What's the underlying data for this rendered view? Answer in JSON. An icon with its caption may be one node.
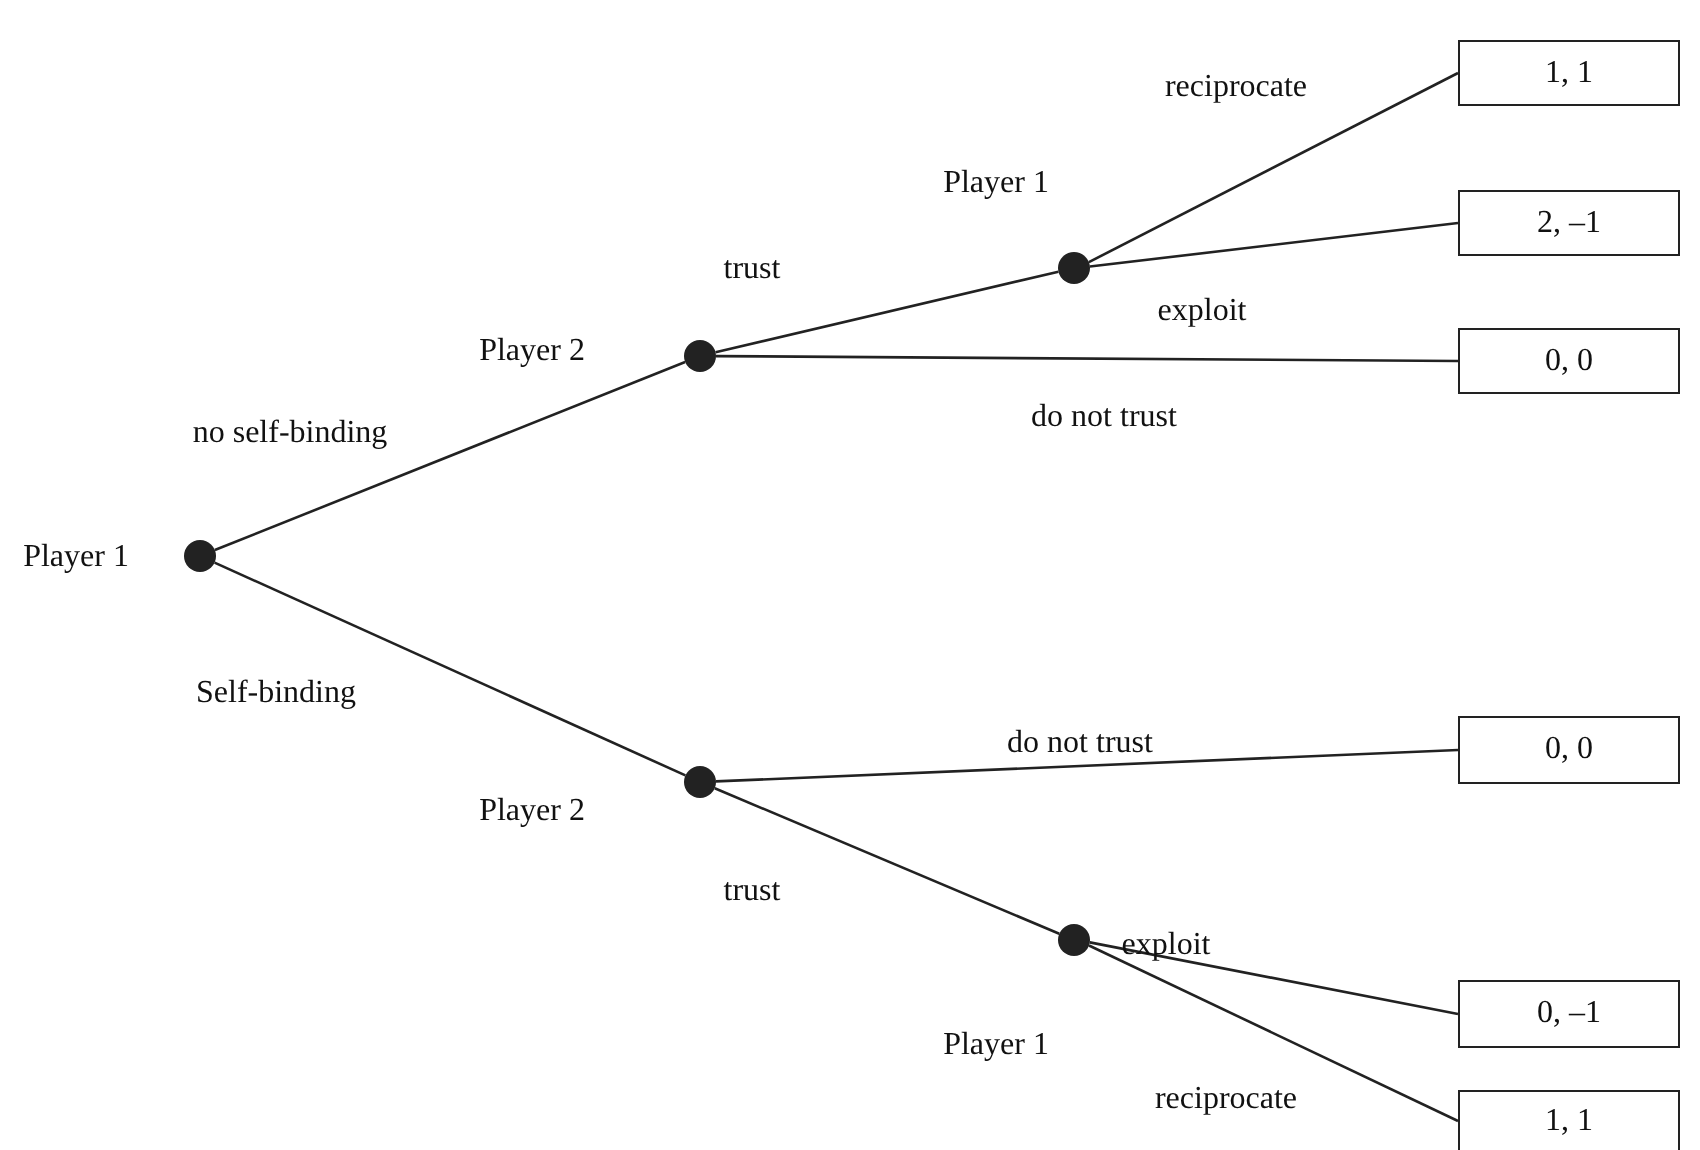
{
  "diagram": {
    "nodes": [
      {
        "text": [],
        "shape": "circle",
        "beside": [
          "Player 1"
        ]
      },
      {
        "text": [],
        "shape": "circle",
        "beside": [
          "Player 2"
        ]
      },
      {
        "text": [],
        "shape": "circle",
        "beside": [
          "Player 1"
        ]
      },
      {
        "text": [
          "1, 1"
        ]
      },
      {
        "text": [
          "2, –1"
        ]
      },
      {
        "text": [
          "0, 0"
        ]
      },
      {
        "text": [],
        "shape": "circle",
        "beside": [
          "Player 2"
        ]
      },
      {
        "text": [
          "0, 0"
        ]
      },
      {
        "text": [],
        "shape": "circle",
        "beside": [
          "Player 1"
        ]
      },
      {
        "text": [
          "0, –1"
        ]
      },
      {
        "text": [
          "1, 1"
        ]
      }
    ],
    "edges": [
      {
        "from": 0,
        "to": 1,
        "arrow": "none",
        "label": "no self-binding"
      },
      {
        "from": 0,
        "to": 6,
        "arrow": "none",
        "label": "Self-binding"
      },
      {
        "from": 1,
        "to": 2,
        "arrow": "none",
        "label": "trust"
      },
      {
        "from": 1,
        "to": 5,
        "arrow": "none",
        "label": "do not trust"
      },
      {
        "from": 2,
        "to": 3,
        "arrow": "none",
        "label": "reciprocate"
      },
      {
        "from": 2,
        "to": 4,
        "arrow": "none",
        "label": "exploit"
      },
      {
        "from": 6,
        "to": 7,
        "arrow": "none",
        "label": "do not trust"
      },
      {
        "from": 6,
        "to": 8,
        "arrow": "none",
        "label": "trust"
      },
      {
        "from": 8,
        "to": 9,
        "arrow": "none",
        "label": "exploit"
      },
      {
        "from": 8,
        "to": 10,
        "arrow": "none",
        "label": "reciprocate"
      }
    ]
  }
}
